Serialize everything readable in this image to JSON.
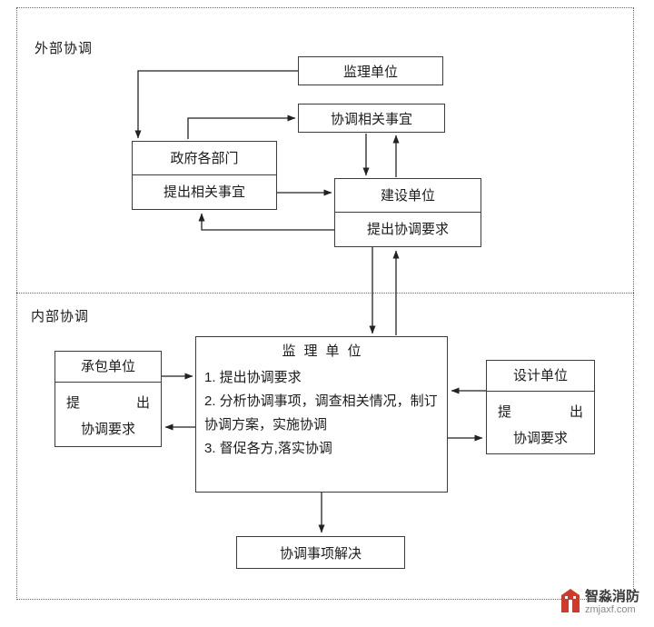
{
  "sections": {
    "external_label": "外部协调",
    "internal_label": "内部协调"
  },
  "external": {
    "supervision": "监理单位",
    "coordinate_matters": "协调相关事宜",
    "government_title": "政府各部门",
    "government_sub": "提出相关事宜",
    "construction_title": "建设单位",
    "construction_sub": "提出协调要求"
  },
  "internal": {
    "contractor_title": "承包单位",
    "contractor_line1": "提出",
    "contractor_line2": "协调要求",
    "supervision_title": "监理单位",
    "item1": "1. 提出协调要求",
    "item2": "2. 分析协调事项，调查相关情况，制订协调方案，实施协调",
    "item3": "3. 督促各方,落实协调",
    "design_title": "设计单位",
    "design_line1": "提出",
    "design_line2": "协调要求",
    "resolved": "协调事项解决"
  },
  "watermark": {
    "name": "智淼消防",
    "site": "zmjaxf.com"
  },
  "colors": {
    "line": "#222222",
    "box_border": "#3c3c3c",
    "watermark_red": "#d03a2b"
  }
}
